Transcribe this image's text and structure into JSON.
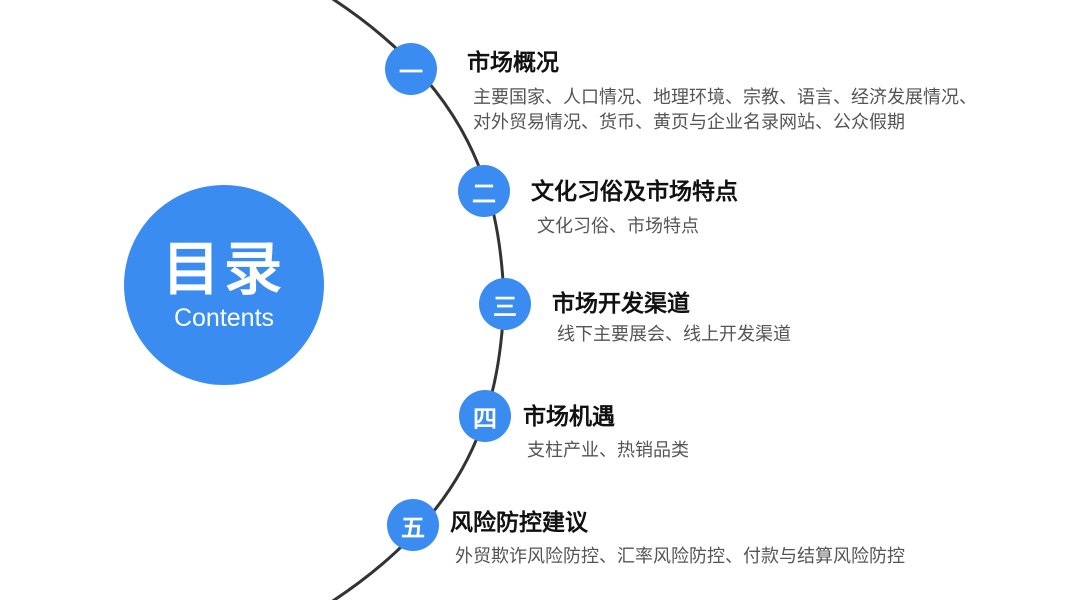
{
  "center": {
    "title": "目录",
    "subtitle": "Contents"
  },
  "colors": {
    "accent": "#3a8cf0",
    "arc": "#333333",
    "title_text": "#111111",
    "desc_text": "#555555"
  },
  "items": [
    {
      "number": "一",
      "title": "市场概况",
      "desc_lines": [
        "主要国家、人口情况、地理环境、宗教、语言、经济发展情况、",
        "对外贸易情况、货币、黄页与企业名录网站、公众假期"
      ]
    },
    {
      "number": "二",
      "title": "文化习俗及市场特点",
      "desc_lines": [
        "文化习俗、市场特点"
      ]
    },
    {
      "number": "三",
      "title": "市场开发渠道",
      "desc_lines": [
        "线下主要展会、线上开发渠道"
      ]
    },
    {
      "number": "四",
      "title": "市场机遇",
      "desc_lines": [
        "支柱产业、热销品类"
      ]
    },
    {
      "number": "五",
      "title": "风险防控建议",
      "desc_lines": [
        "外贸欺诈风险防控、汇率风险防控、付款与结算风险防控"
      ]
    }
  ]
}
